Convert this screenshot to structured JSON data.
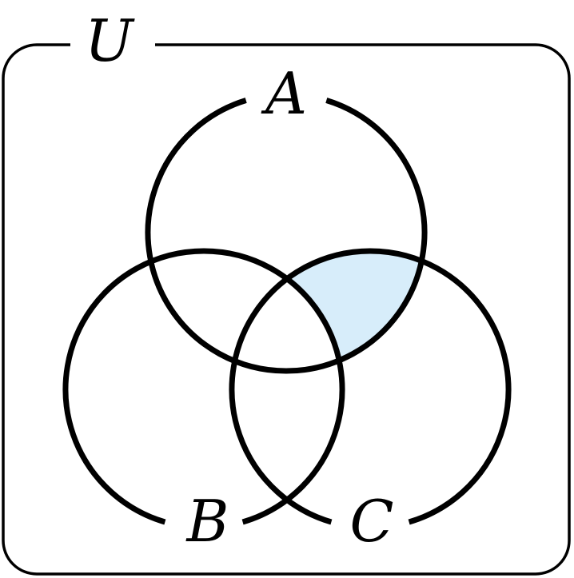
{
  "universe_label": "U",
  "sets": [
    {
      "label": "A"
    },
    {
      "label": "B"
    },
    {
      "label": "C"
    }
  ],
  "shaded_region": "A ∩ C minus B",
  "colors": {
    "stroke": "#000000",
    "shade": "#d7edfa",
    "background": "#ffffff"
  }
}
